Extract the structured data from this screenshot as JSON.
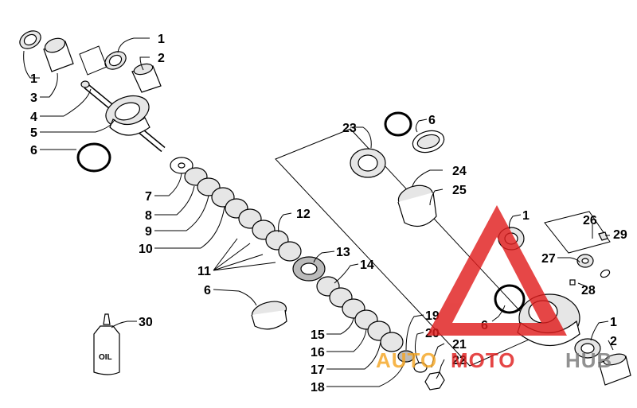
{
  "labels": [
    "1",
    "2",
    "1",
    "3",
    "4",
    "5",
    "6",
    "7",
    "8",
    "9",
    "10",
    "12",
    "11",
    "13",
    "14",
    "6",
    "15",
    "16",
    "17",
    "18",
    "19",
    "20",
    "21",
    "22",
    "23",
    "6",
    "24",
    "25",
    "1",
    "26",
    "29",
    "27",
    "28",
    "6",
    "1",
    "2",
    "30"
  ],
  "oil_text": "OIL",
  "watermark": {
    "part1": "AUTO",
    "part2": "MOTO",
    "part3": "HUB",
    "color_red": "#e01e1e",
    "color_orange": "#f5a623",
    "color_gray": "#7a7a7a"
  }
}
